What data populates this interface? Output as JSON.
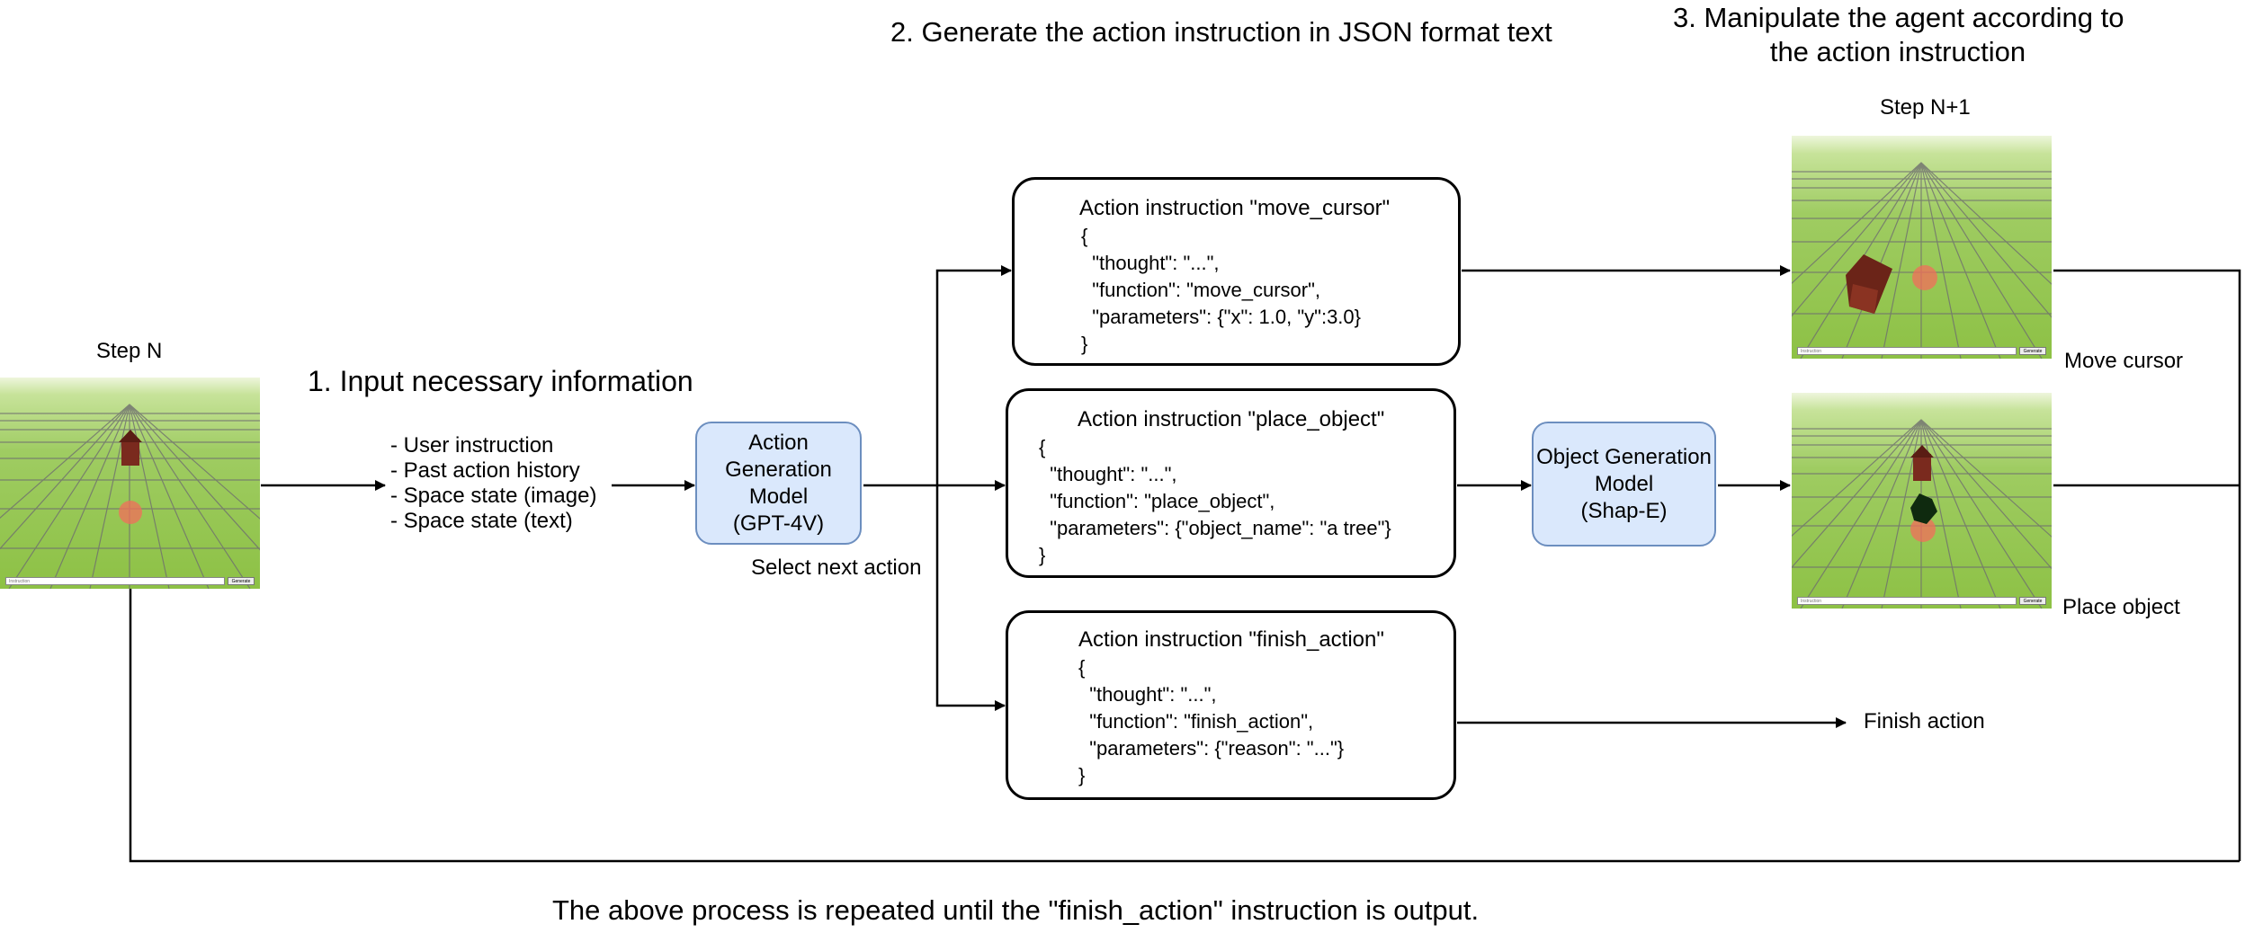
{
  "headings": {
    "step1": "1. Input necessary information",
    "step2": "2. Generate the action instruction in JSON format text",
    "step3_line1": "3. Manipulate the agent according to",
    "step3_line2": "the action instruction"
  },
  "steps": {
    "current": "Step N",
    "next": "Step N+1"
  },
  "inputs": [
    "- User instruction",
    "- Past action history",
    "- Space state (image)",
    "- Space state (text)"
  ],
  "action_model": {
    "label": "Action\nGeneration\nModel\n(GPT-4V)",
    "caption": "Select next action"
  },
  "object_model": {
    "label": "Object Generation\nModel\n(Shap-E)"
  },
  "instructions": {
    "move_cursor": {
      "title": "Action instruction \"move_cursor\"",
      "body": "{\n  \"thought\": \"...\",\n  \"function\": \"move_cursor\",\n  \"parameters\": {\"x\": 1.0, \"y\":3.0}\n}"
    },
    "place_object": {
      "title": "Action instruction \"place_object\"",
      "body": "{\n  \"thought\": \"...\",\n  \"function\": \"place_object\",\n  \"parameters\": {\"object_name\": \"a tree\"}\n}"
    },
    "finish_action": {
      "title": "Action instruction \"finish_action\"",
      "body": "{\n  \"thought\": \"...\",\n  \"function\": \"finish_action\",\n  \"parameters\": {\"reason\": \"...\"}\n}"
    }
  },
  "results": {
    "move_cursor": "Move cursor",
    "place_object": "Place object",
    "finish": "Finish action"
  },
  "screens": {
    "instruction_placeholder": "Instruction",
    "generate_button": "Generate"
  },
  "footer": "The above process is repeated until the \"finish_action\" instruction is output.",
  "colors": {
    "model_fill": "#dae8fc",
    "model_border": "#6c8ebf",
    "grass": "#8dc145",
    "cursor": "#f26d5b",
    "house": "#7a2a1e",
    "tree": "#0f2a0f"
  }
}
